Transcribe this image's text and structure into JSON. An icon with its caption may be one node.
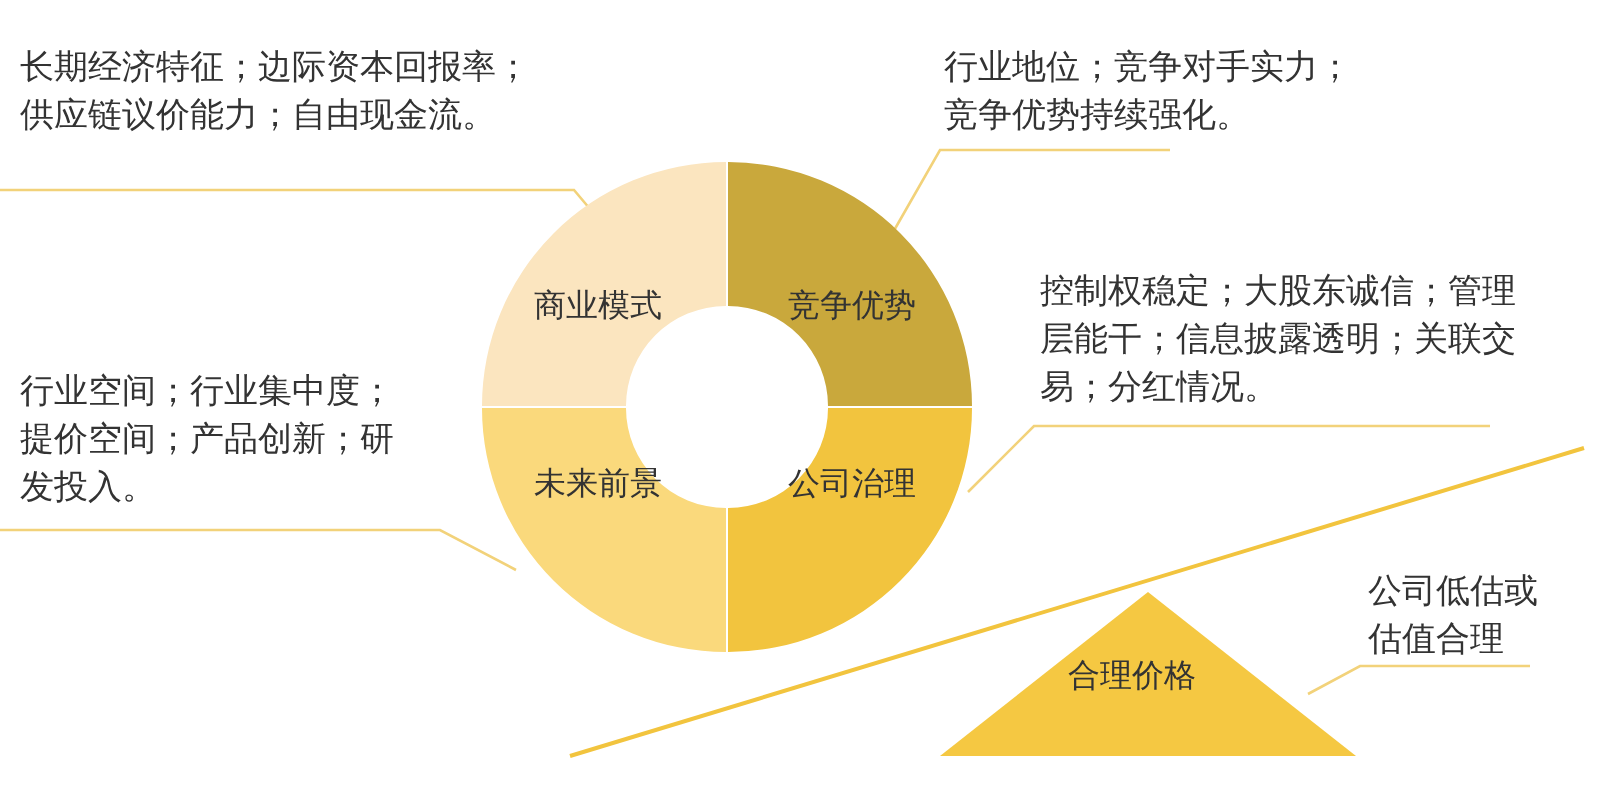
{
  "diagram": {
    "nodes": [
      {
        "text": [
          "商业模式"
        ]
      },
      {
        "text": [
          "竞争优势"
        ]
      },
      {
        "text": [
          "未来前景"
        ]
      },
      {
        "text": [
          "公司治理"
        ]
      },
      {
        "text": [
          "长期经济特征；边际资本回报率；供应链议价能力；自由现金流。"
        ]
      },
      {
        "text": [
          "行业地位；竞争对手实力；竞争优势持续强化。"
        ]
      },
      {
        "text": [
          "控制权稳定；大股东诚信；管理层能干；信息披露透明；关联交易；分红情况。"
        ]
      },
      {
        "text": [
          "行业空间；行业集中度；提价空间；产品创新；研发投入。"
        ]
      },
      {
        "text": [
          "合理价格"
        ]
      },
      {
        "text": [
          "公司低估或估值合理"
        ]
      }
    ],
    "edges": [
      {
        "from": 4,
        "to": 0,
        "arrow": "none"
      },
      {
        "from": 5,
        "to": 1,
        "arrow": "none"
      },
      {
        "from": 6,
        "to": 3,
        "arrow": "none"
      },
      {
        "from": 7,
        "to": 2,
        "arrow": "none"
      },
      {
        "from": 9,
        "to": 8,
        "arrow": "none"
      }
    ]
  }
}
